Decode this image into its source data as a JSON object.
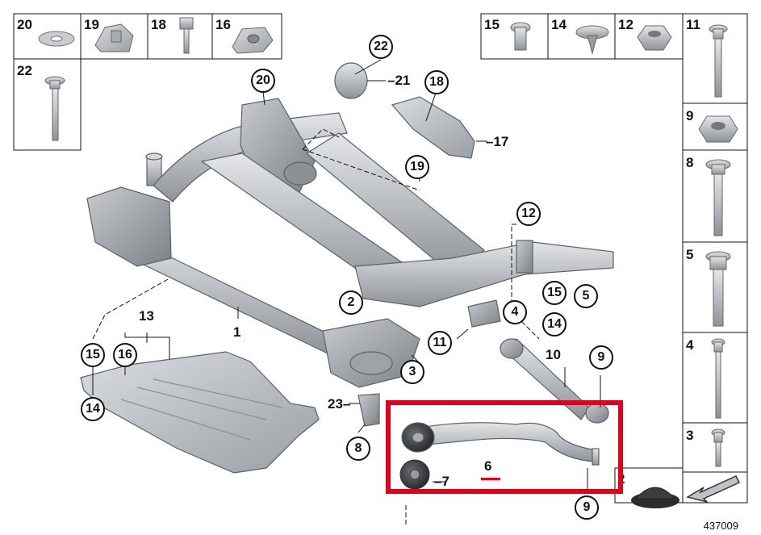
{
  "diagram_id": "437009",
  "highlight_color": "#e3001b",
  "top_left_cells": [
    "20",
    "19",
    "18",
    "16"
  ],
  "left_column_cell": "22",
  "top_right_cells": [
    "15",
    "14",
    "12"
  ],
  "right_column_cells": [
    "11",
    "9",
    "8",
    "5",
    "4",
    "3"
  ],
  "bottom_right_cell": "2",
  "callouts": {
    "c22": "22",
    "c20": "20",
    "c18": "18",
    "c19": "19",
    "c12": "12",
    "c2": "2",
    "c15a": "15",
    "c5": "5",
    "c4": "4",
    "c14a": "14",
    "c11": "11",
    "c3": "3",
    "c9a": "9",
    "c15b": "15",
    "c16": "16",
    "c14b": "14",
    "c8": "8",
    "c9b": "9"
  },
  "labels": {
    "l21": "21",
    "l17": "17",
    "l13": "13",
    "l1": "1",
    "l10": "10",
    "l23": "23",
    "l7": "7",
    "l6": "6"
  }
}
